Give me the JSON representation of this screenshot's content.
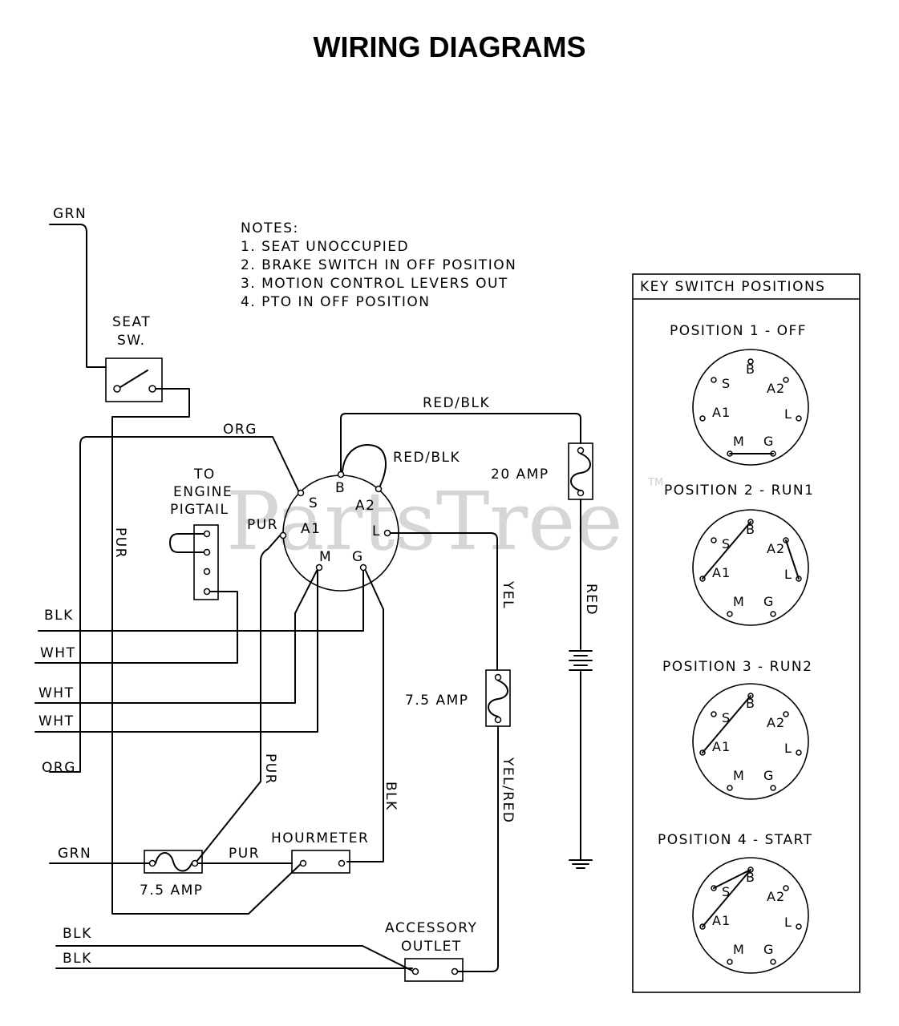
{
  "title": "WIRING DIAGRAMS",
  "watermark": "PartsTree",
  "watermark_tm": "TM",
  "notes": {
    "heading": "NOTES:",
    "items": [
      "1.   SEAT UNOCCUPIED",
      "2.  BRAKE SWITCH IN OFF POSITION",
      "3.  MOTION CONTROL LEVERS OUT",
      "4.  PTO IN OFF POSITION"
    ]
  },
  "components": {
    "seat_switch": [
      "SEAT",
      "SW."
    ],
    "engine_pigtail": [
      "TO",
      "ENGINE",
      "PIGTAIL"
    ],
    "fuse_20": "20 AMP",
    "fuse_75_mid": "7.5 AMP",
    "fuse_75_low": "7.5 AMP",
    "hourmeter": "HOURMETER",
    "accessory_outlet": [
      "ACCESSORY",
      "OUTLET"
    ]
  },
  "switch_terminals": {
    "S": "S",
    "B": "B",
    "A2": "A2",
    "A1": "A1",
    "L": "L",
    "M": "M",
    "G": "G"
  },
  "wires": {
    "grn_top": "GRN",
    "org_top": "ORG",
    "red_blk_top": "RED/BLK",
    "red_blk_loop": "RED/BLK",
    "pur_a1": "PUR",
    "pur_vert": "PUR",
    "pur_mid": "PUR",
    "pur_bottom": "PUR",
    "blk_left": "BLK",
    "wht_1": "WHT",
    "wht_2": "WHT",
    "wht_3": "WHT",
    "org_left": "ORG",
    "yel": "YEL",
    "yel_red": "YEL/RED",
    "red": "RED",
    "blk_vert": "BLK",
    "grn_bottom": "GRN",
    "blk_bottom_1": "BLK",
    "blk_bottom_2": "BLK"
  },
  "key_switch": {
    "heading": "KEY SWITCH POSITIONS",
    "positions": [
      {
        "label": "POSITION 1 - OFF"
      },
      {
        "label": "POSITION 2 - RUN1"
      },
      {
        "label": "POSITION 3 - RUN2"
      },
      {
        "label": "POSITION 4 - START"
      }
    ]
  }
}
